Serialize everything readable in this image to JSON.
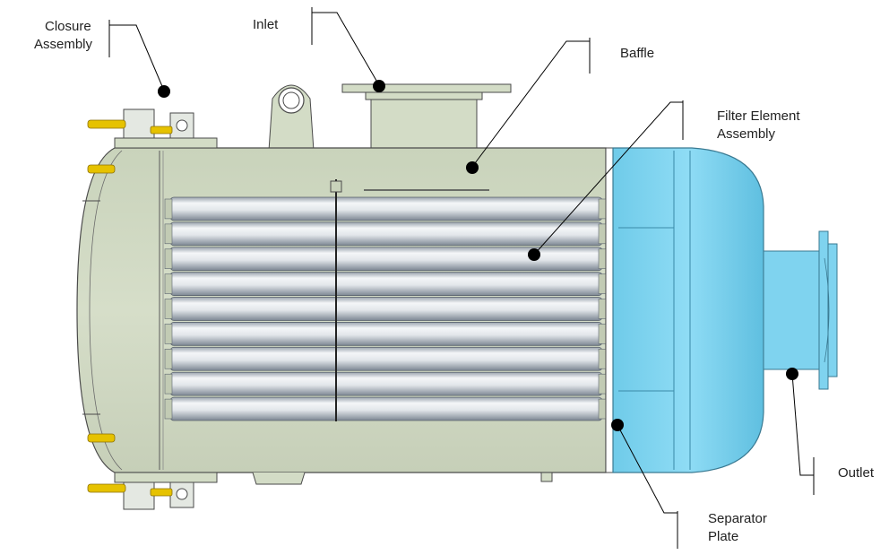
{
  "labels": {
    "closure": [
      "Closure",
      "Assembly"
    ],
    "inlet": "Inlet",
    "baffle": "Baffle",
    "filter": [
      "Filter Element",
      "Assembly"
    ],
    "outlet": "Outlet",
    "separator": [
      "Separator",
      "Plate"
    ]
  },
  "colors": {
    "vessel_body": "#d3dcc6",
    "vessel_outline": "#4a4a4a",
    "outlet_section": "#7fd3ef",
    "outlet_dark": "#5fc0e0",
    "filter_tube": "#e6eaee",
    "filter_tube_shade": "#8d97a3",
    "bolt_yellow": "#e6c200",
    "leader_line": "#000000"
  },
  "filter_element_count": 9
}
